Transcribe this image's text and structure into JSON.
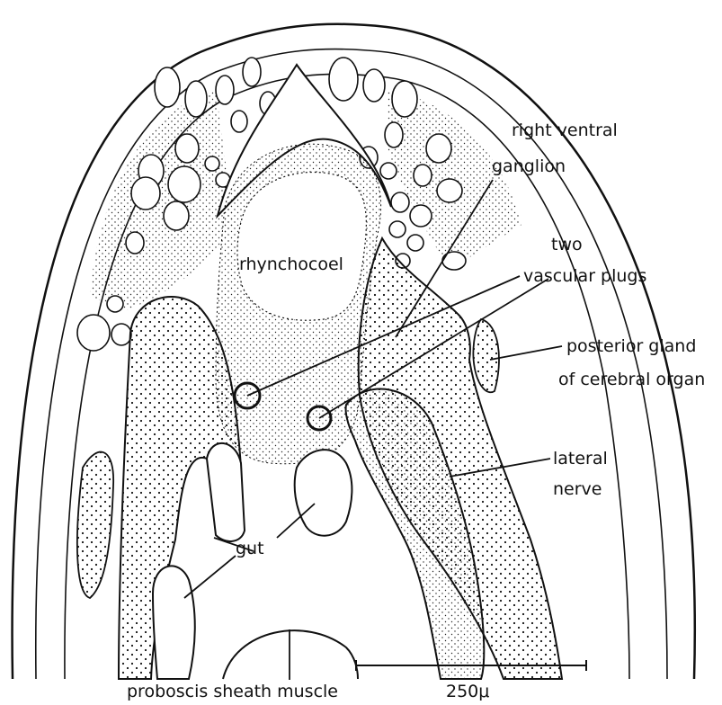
{
  "labels": {
    "right_ventral": "right ventral",
    "ganglion": "ganglion",
    "two": "two",
    "vascular_plugs": "vascular plugs",
    "rhynchocoel": "rhynchocoel",
    "posterior_gland": "posterior gland",
    "of_cerebral_organ": "of cerebral organ",
    "lateral": "lateral",
    "nerve": "nerve",
    "gut": "gut",
    "proboscis_sheath_muscle": "proboscis sheath muscle"
  },
  "scale_bar": {
    "label": "250μ"
  },
  "colors": {
    "ink": "#111111",
    "paper": "#ffffff"
  }
}
